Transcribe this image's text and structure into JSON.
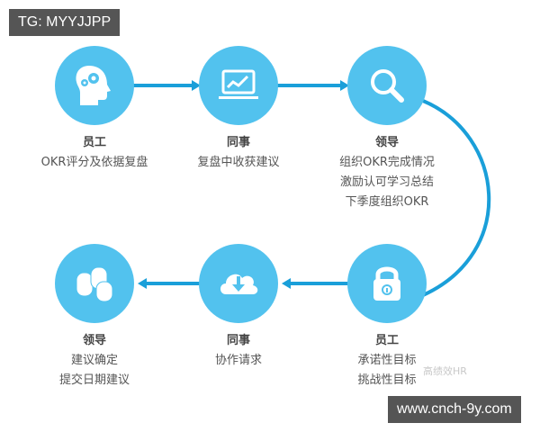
{
  "watermarks": {
    "top_left": "TG: MYYJJPP",
    "bottom_right": "www.cnch-9y.com",
    "credit": "高绩效HR"
  },
  "colors": {
    "node": "#52c2ee",
    "line": "#1a9fd9",
    "icon": "#ffffff",
    "text": "#555555"
  },
  "steps": [
    {
      "role": "员工",
      "lines": [
        "OKR评分及依据复盘"
      ],
      "icon": "head-gears-icon"
    },
    {
      "role": "同事",
      "lines": [
        "复盘中收获建议"
      ],
      "icon": "laptop-chart-icon"
    },
    {
      "role": "领导",
      "lines": [
        "组织OKR完成情况",
        "激励认可学习总结",
        "下季度组织OKR"
      ],
      "icon": "magnifier-icon"
    },
    {
      "role": "员工",
      "lines": [
        "承诺性目标",
        "挑战性目标"
      ],
      "icon": "padlock-icon"
    },
    {
      "role": "同事",
      "lines": [
        "协作请求"
      ],
      "icon": "cloud-download-icon"
    },
    {
      "role": "领导",
      "lines": [
        "建议确定",
        "提交日期建议"
      ],
      "icon": "coins-icon"
    }
  ]
}
